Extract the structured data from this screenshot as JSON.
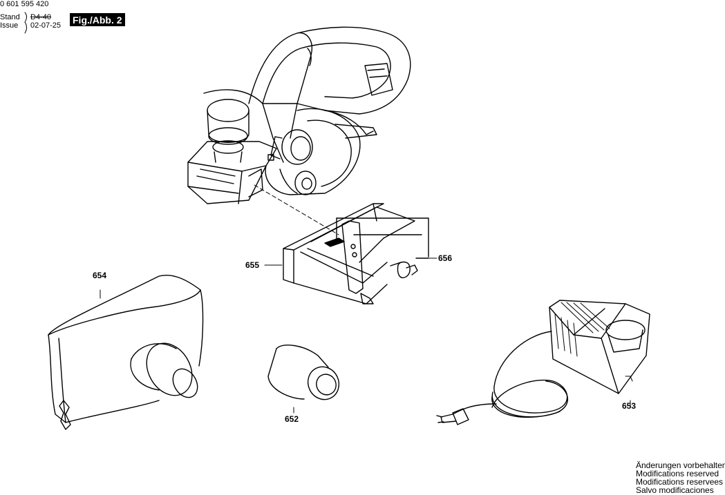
{
  "header": {
    "drawing_number": "0 601 595 420",
    "stand_label": "Stand",
    "stand_value": "D4-40",
    "issue_label": "Issue",
    "issue_value": "02-07-25",
    "figure_label": "Fig./Abb. 2"
  },
  "parts": {
    "p654": "654",
    "p655": "655",
    "p656": "656",
    "p652": "652",
    "p653": "653"
  },
  "footer": {
    "line1": "Änderungen vorbehalten",
    "line2": "Modifications reserved",
    "line3": "Modifications reservees",
    "line4": "Salvo modificaciones"
  }
}
